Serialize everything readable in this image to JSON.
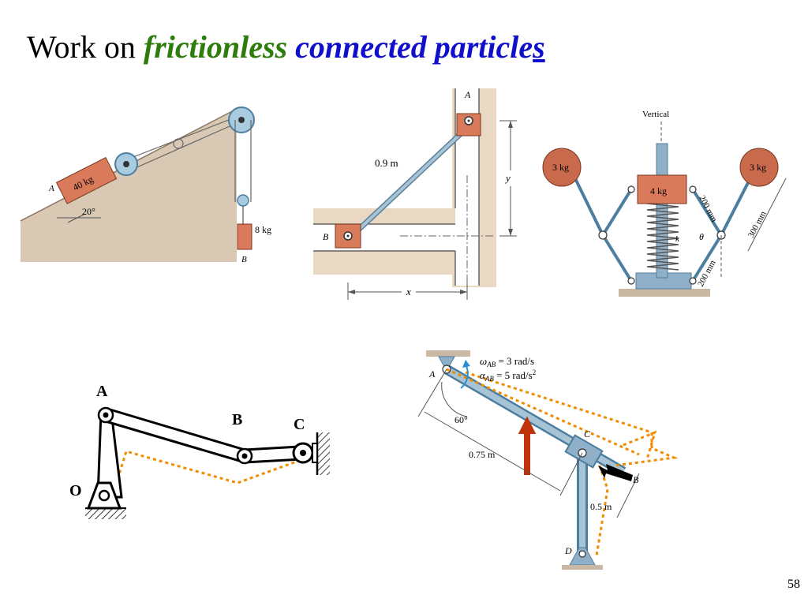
{
  "title": {
    "part1": "Work on ",
    "part2": "frictionless",
    "part3": " connected particle",
    "part4": "s"
  },
  "fig1": {
    "mass_a": "40 kg",
    "label_a": "A",
    "angle": "20°",
    "mass_b": "8 kg",
    "label_b": "B"
  },
  "fig2": {
    "label_a": "A",
    "label_b": "B",
    "length": "0.9 m",
    "y": "y",
    "x": "x"
  },
  "fig3": {
    "vertical": "Vertical",
    "left_mass": "3 kg",
    "right_mass": "3 kg",
    "center_mass": "4 kg",
    "len_upper": "200 mm",
    "len_lower": "200 mm",
    "len_arm": "300 mm",
    "spring_k": "k",
    "theta": "θ"
  },
  "fig4": {
    "label_a": "A",
    "label_b": "B",
    "label_c": "C",
    "label_o": "O"
  },
  "fig5": {
    "omega_sym": "ω",
    "omega_sub": "AB",
    "omega_val": " = 3 rad/s",
    "alpha_sym": "α",
    "alpha_sub": "AB",
    "alpha_val": " = 5 rad/s",
    "alpha_exp": "2",
    "label_a": "A",
    "angle": "60°",
    "label_c": "C",
    "len_ac": "0.75 m",
    "label_b": "B",
    "len_cb": "0.5 m",
    "label_d": "D"
  },
  "page_number": "58",
  "colors": {
    "title_green": "#2e7d0c",
    "title_blue": "#1010cc",
    "dotted_path": "#f08c00",
    "arrow_red": "#c0320a",
    "block": "#d97a5a",
    "steel": "#8fb0c8"
  }
}
